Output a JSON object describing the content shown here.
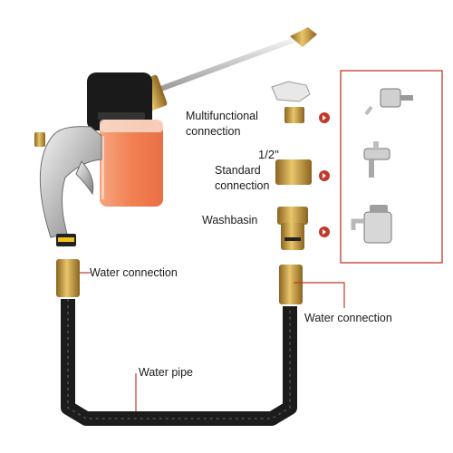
{
  "labels": {
    "multifunctional": [
      "Multifunctional",
      "connection"
    ],
    "standard_size": "1/2''",
    "standard": [
      "Standard",
      "connection"
    ],
    "washbasin": "Washbasin",
    "water_connection_left": "Water connection",
    "water_connection_right": "Water connection",
    "water_pipe": "Water pipe"
  },
  "colors": {
    "accent_red": "#c0392b",
    "brass": "#c89a3c",
    "hose": "#1c1c1c",
    "bottle_fill": "#f08a5d",
    "metal": "#c9c9c9"
  },
  "icons": [
    "spray-gun",
    "garden-hose",
    "faucet-icon",
    "tap-icon",
    "basin-mixer-icon"
  ]
}
